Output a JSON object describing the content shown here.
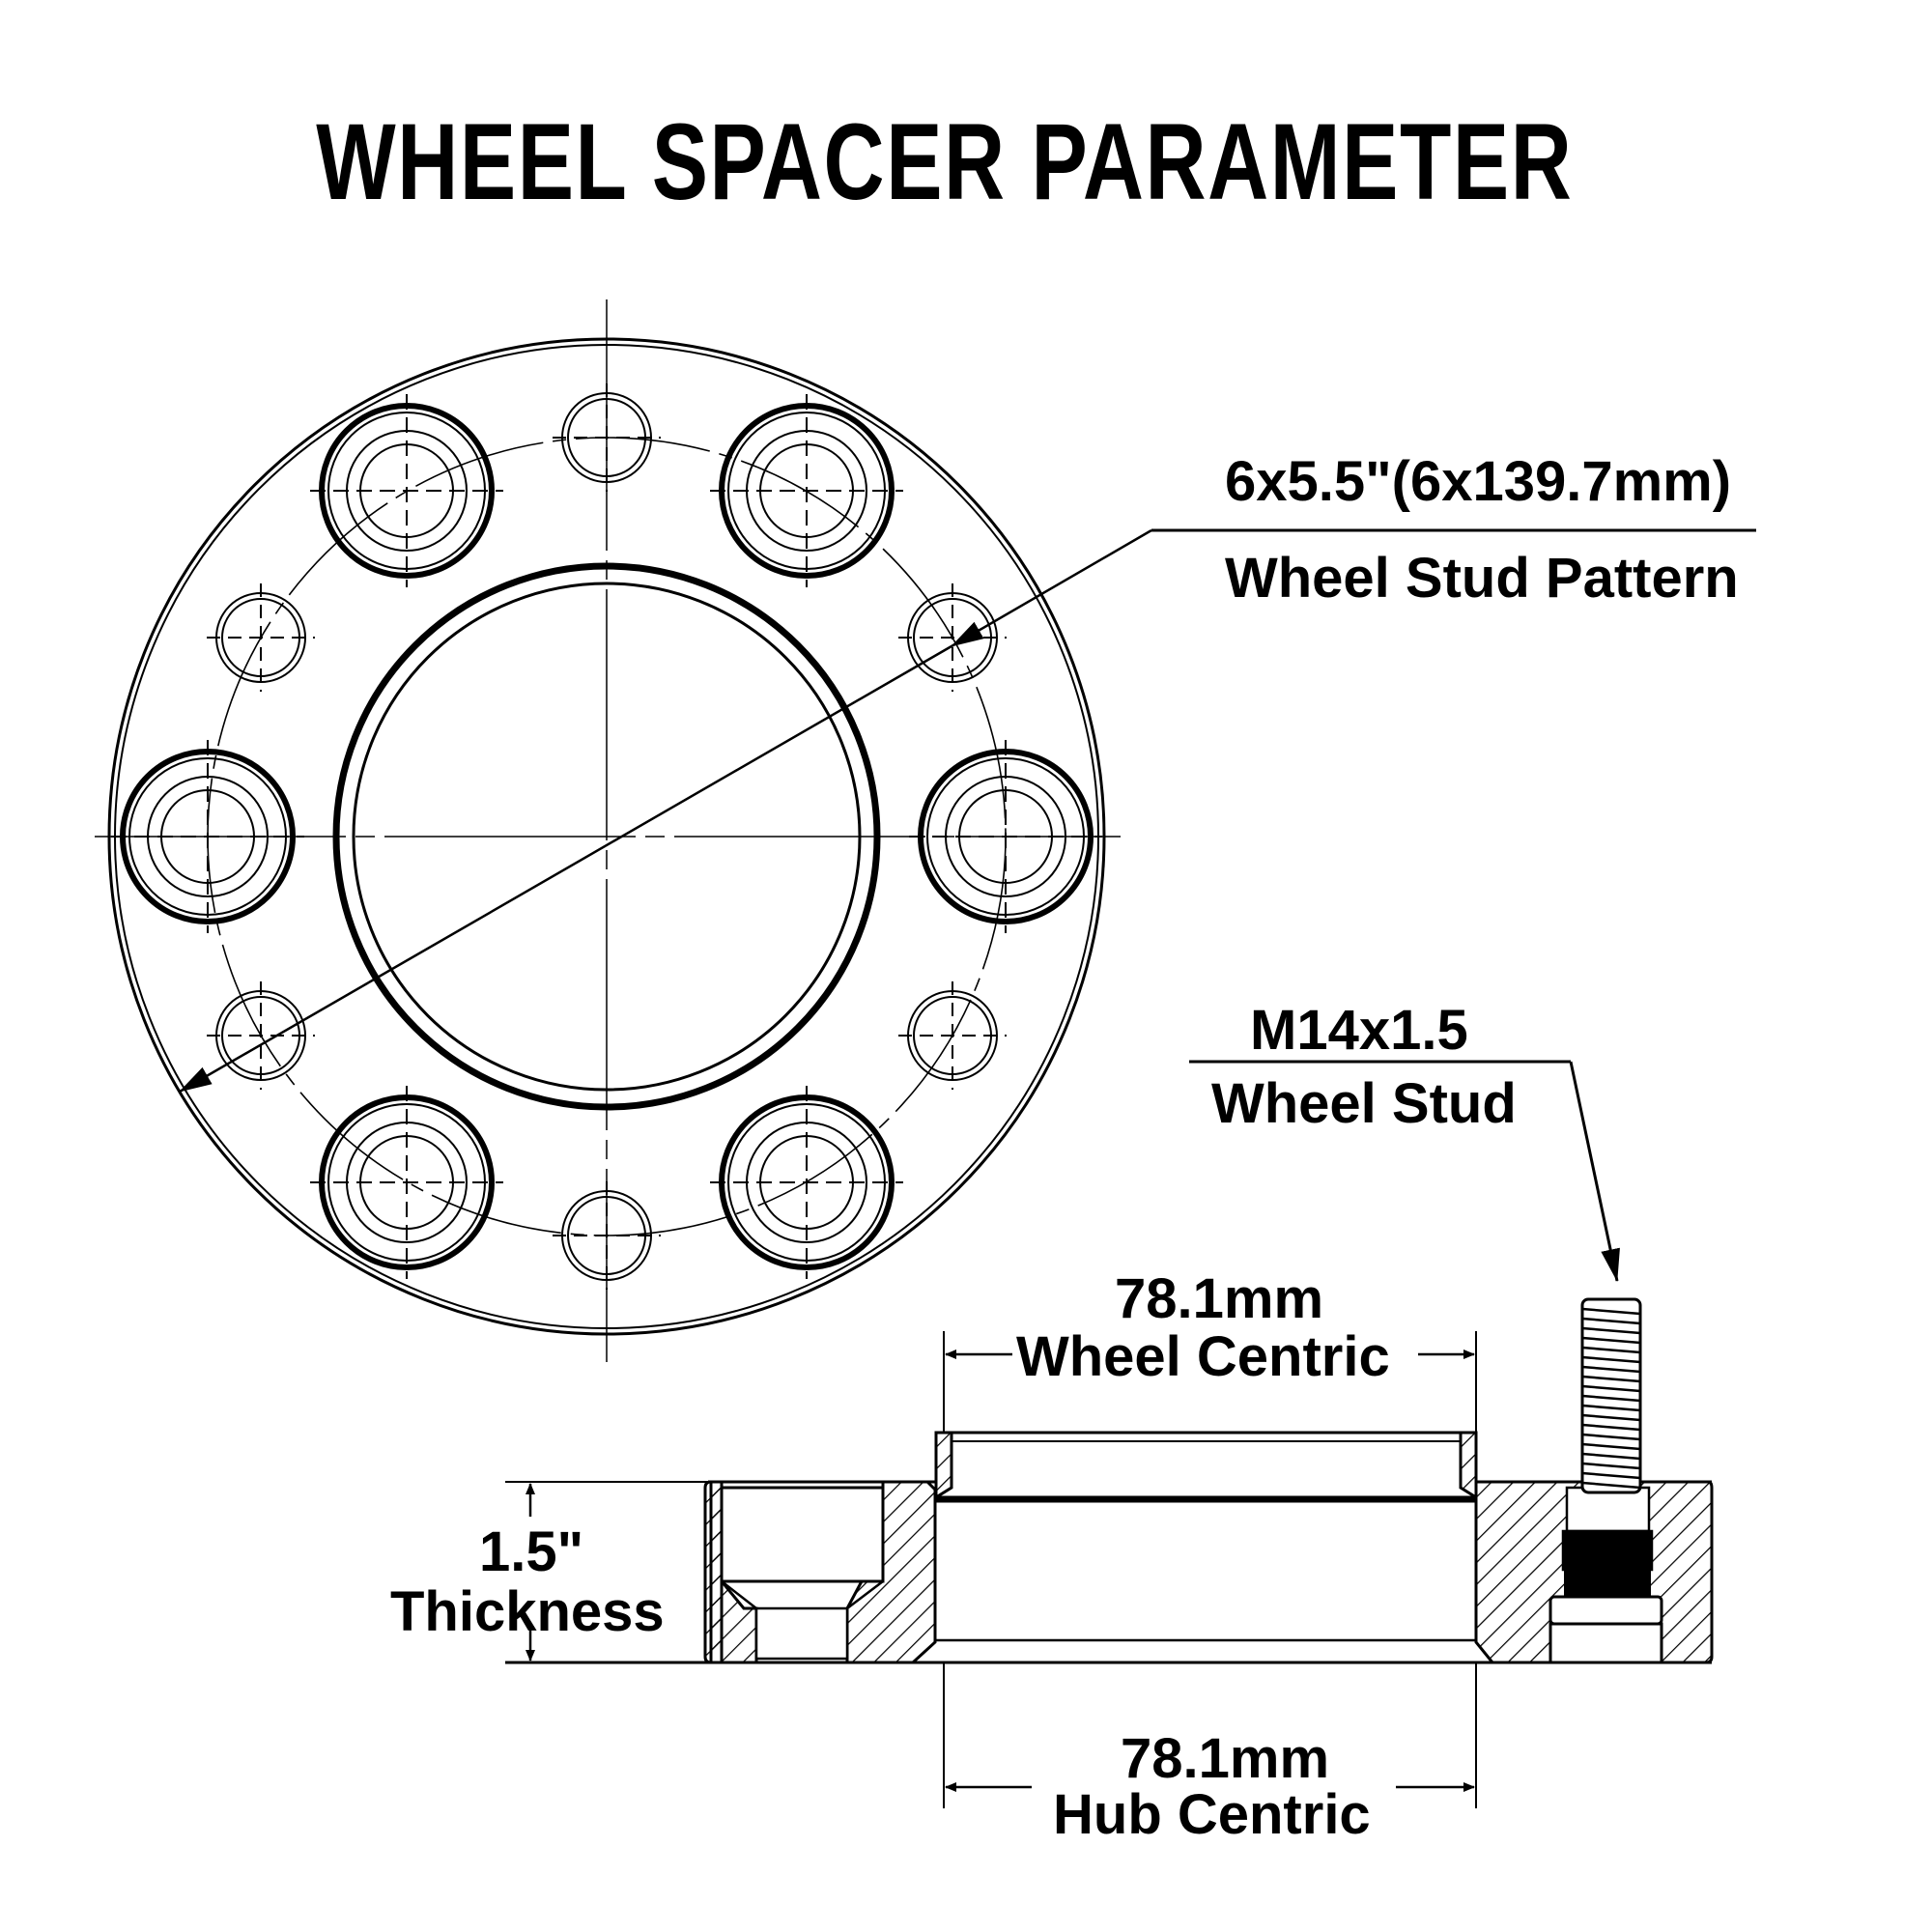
{
  "title": "WHEEL SPACER PARAMETER",
  "callouts": {
    "stud_pattern": {
      "value": "6x5.5\"(6x139.7mm)",
      "label": "Wheel Stud Pattern"
    },
    "wheel_stud": {
      "value": "M14x1.5",
      "label": "Wheel Stud"
    },
    "wheel_centric": {
      "value": "78.1mm",
      "label": "Wheel Centric"
    },
    "hub_centric": {
      "value": "78.1mm",
      "label": "Hub Centric"
    },
    "thickness": {
      "value": "1.5\"",
      "label": "Thickness"
    }
  },
  "colors": {
    "line": "#000000",
    "background": "#ffffff"
  }
}
